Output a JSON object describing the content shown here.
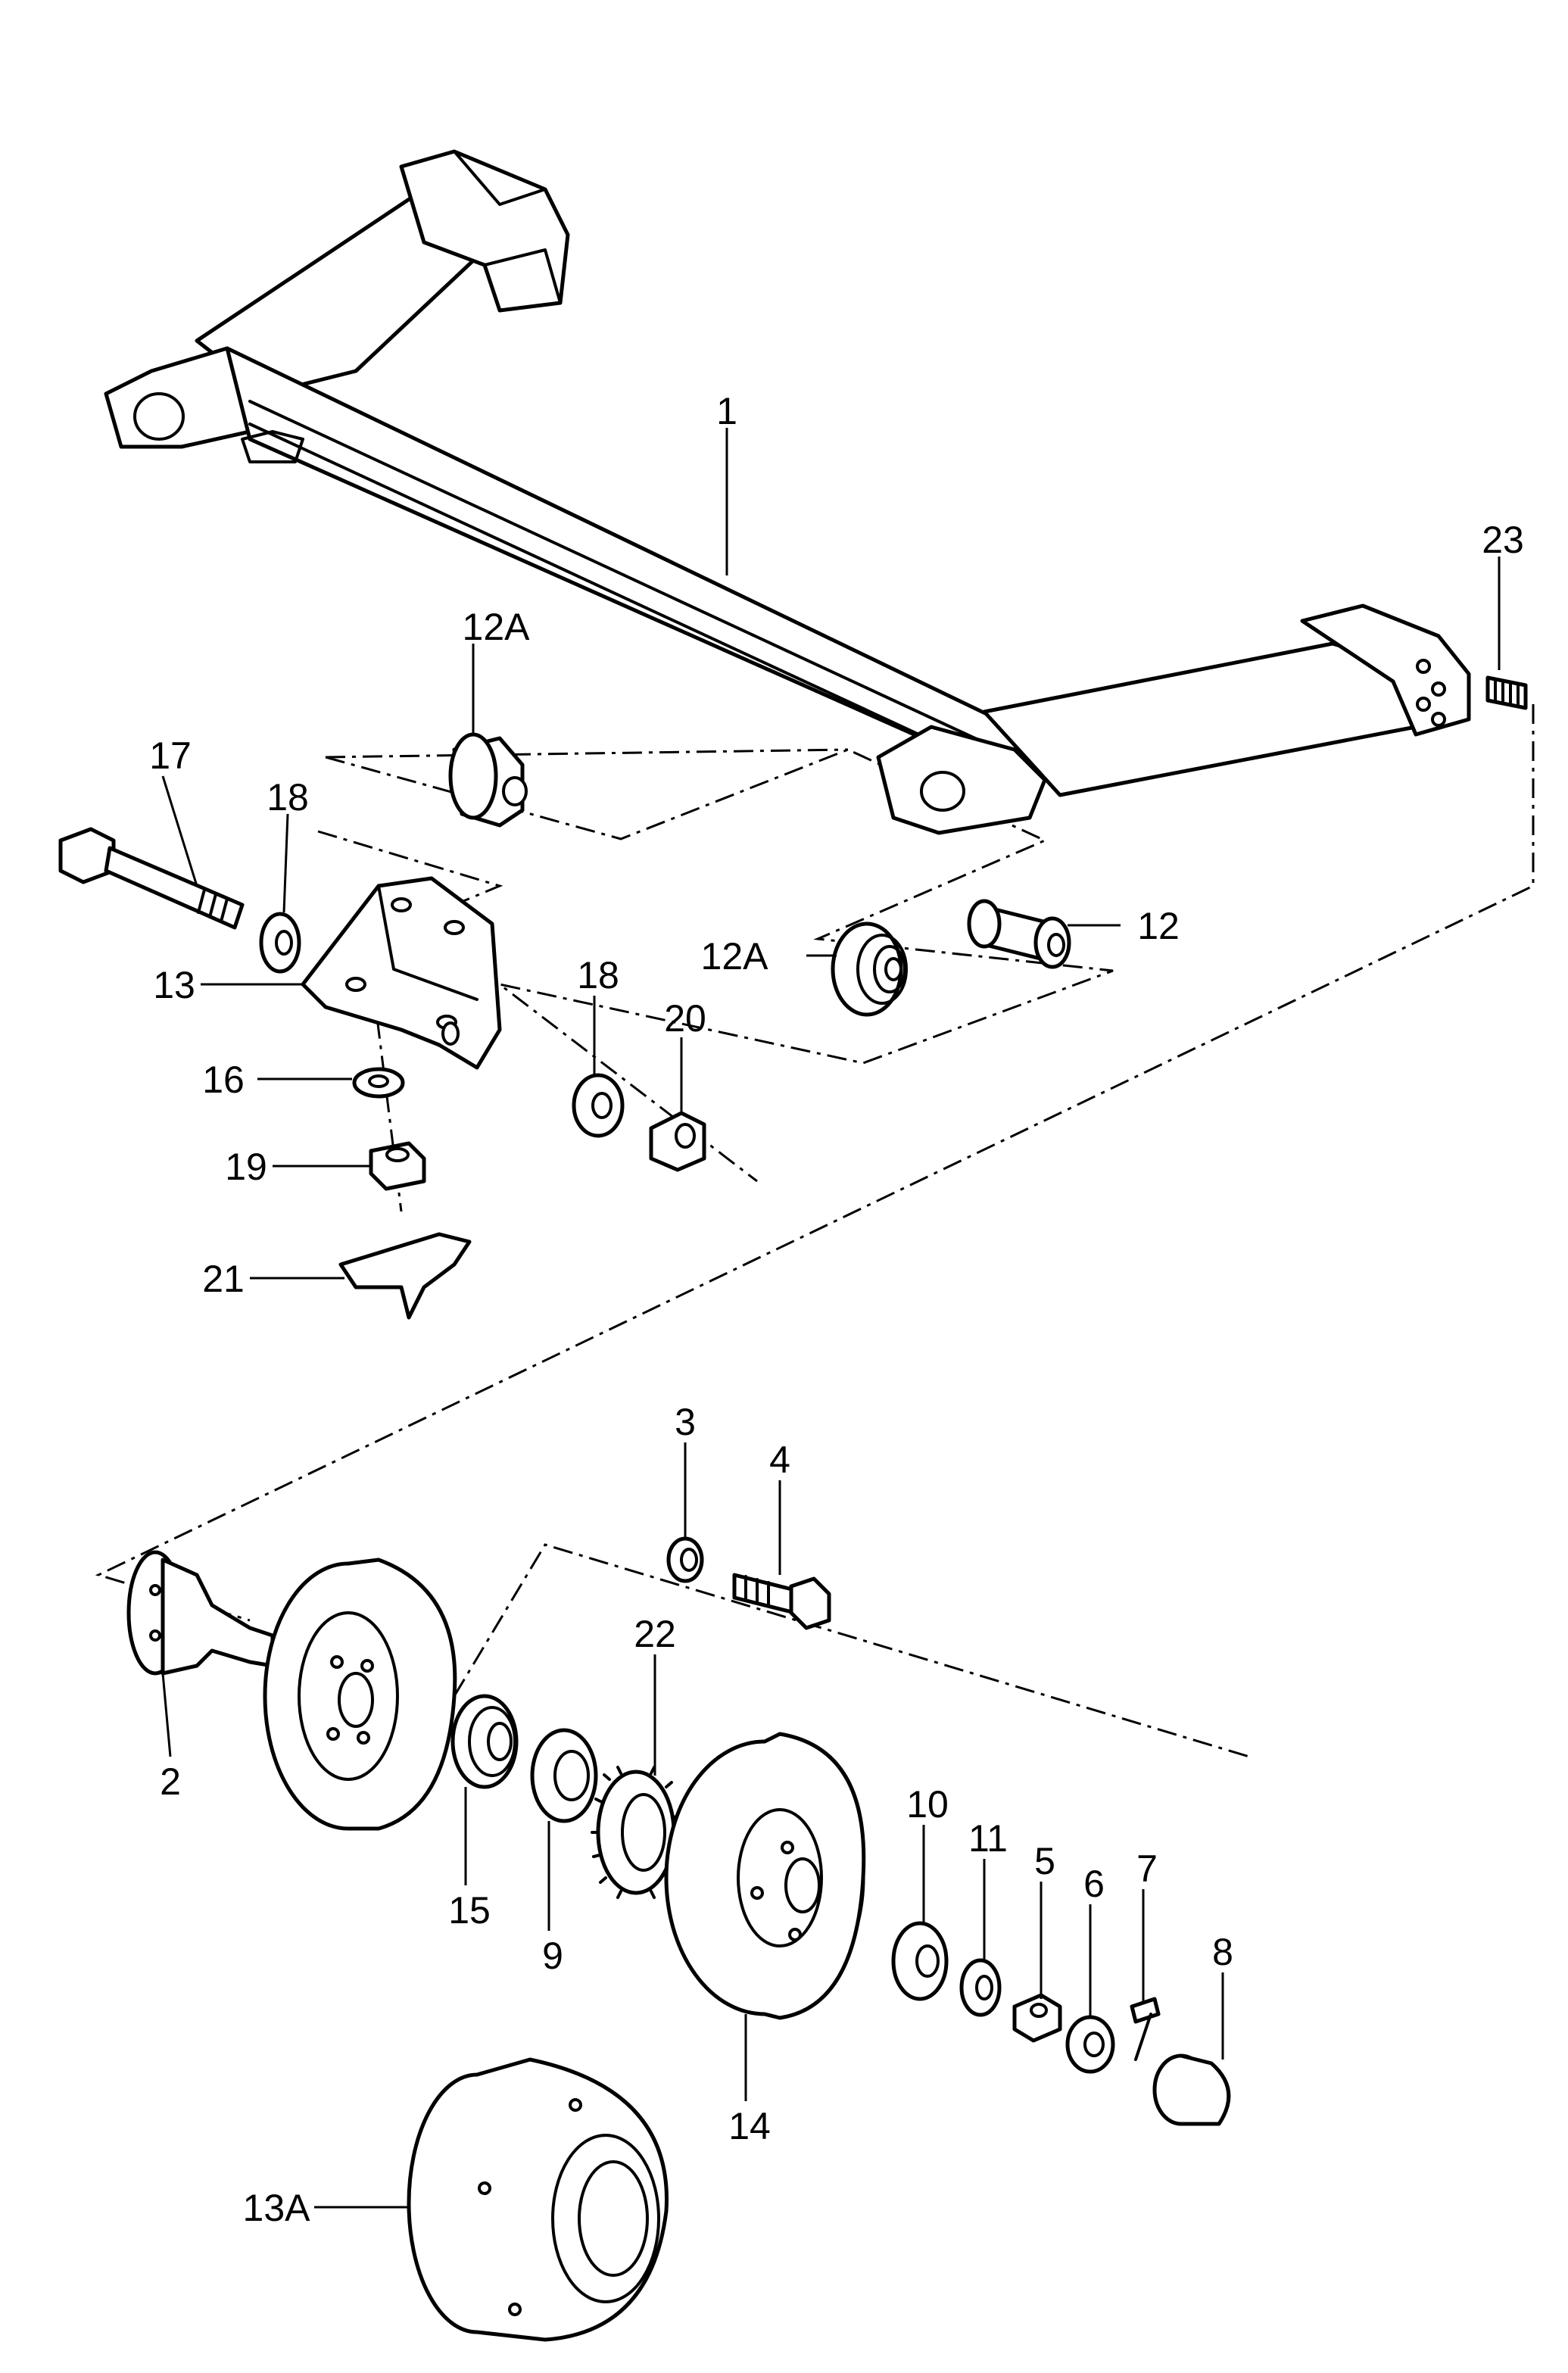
{
  "callouts": {
    "c1": "1",
    "c2": "2",
    "c3": "3",
    "c4": "4",
    "c5": "5",
    "c6": "6",
    "c7": "7",
    "c8": "8",
    "c9": "9",
    "c10": "10",
    "c11": "11",
    "c12": "12",
    "c12a_top": "12A",
    "c12a_mid": "12A",
    "c13": "13",
    "c13a": "13A",
    "c14": "14",
    "c15": "15",
    "c16": "16",
    "c17": "17",
    "c18_left": "18",
    "c18_right": "18",
    "c19": "19",
    "c20": "20",
    "c21": "21",
    "c22": "22",
    "c23": "23"
  },
  "colors": {
    "line": "#000000",
    "background": "#ffffff"
  }
}
